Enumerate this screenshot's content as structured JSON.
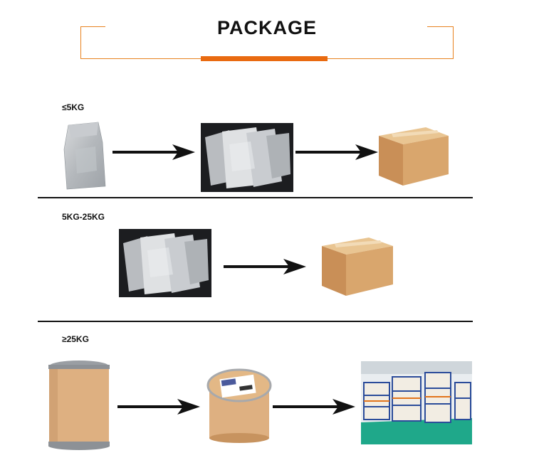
{
  "header": {
    "title": "PACKAGE"
  },
  "colors": {
    "accent": "#e8821f",
    "accent_bar": "#e96a10",
    "divider": "#111111"
  },
  "sections": [
    {
      "label": "≤5KG",
      "steps": [
        "foil-bag",
        "foil-bags-group",
        "carton-box"
      ]
    },
    {
      "label": "5KG-25KG",
      "steps": [
        "foil-bags-group",
        "carton-box"
      ]
    },
    {
      "label": "≥25KG",
      "steps": [
        "fiber-drum",
        "fiber-drum-labeled",
        "warehouse"
      ]
    }
  ]
}
